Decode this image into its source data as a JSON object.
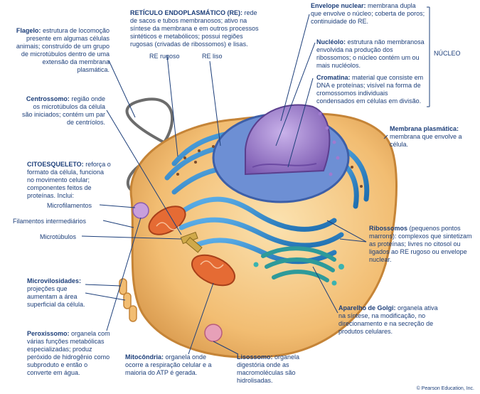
{
  "labels": {
    "er_title": "RETÍCULO ENDOPLASMÁTICO (RE):",
    "er_desc": "rede de sacos e tubos membranosos; ativo na síntese da membrana e em outros processos sintéticos e metabólicos; possui regiões rugosas (crivadas de ribossomos) e lisas.",
    "er_rough": "RE rugoso",
    "er_smooth": "RE liso",
    "flagelo_title": "Flagelo:",
    "flagelo_desc": "estrutura de locomoção presente em algumas células animais; construído de um grupo de microtúbulos dentro de uma extensão da membrana plasmática.",
    "centrossomo_title": "Centrossomo:",
    "centrossomo_desc": "região onde os microtúbulos da célula são iniciados; contém um par de centríolos.",
    "citoesqueleto_title": "CITOESQUELETO:",
    "citoesqueleto_desc": "reforça o formato da célula, funciona no movimento celular; componentes feitos de proteínas. Inclui:",
    "microfilamentos": "Microfilamentos",
    "filamentos": "Filamentos intermediários",
    "microtubulos": "Microtúbulos",
    "microvilosidades_title": "Microvilosidades:",
    "microvilosidades_desc": "projeções que aumentam a área superficial da célula.",
    "peroxissomo_title": "Peroxissomo:",
    "peroxissomo_desc": "organela com várias funções metabólicas especializadas; produz peróxido de hidrogênio como subproduto e então o converte em água.",
    "mitocondria_title": "Mitocôndria:",
    "mitocondria_desc": "organela onde ocorre a respiração celular e a maioria do ATP é gerada.",
    "lisossomo_title": "Lisossomo:",
    "lisossomo_desc": "organela digestória onde as macromoléculas são hidrolisadas.",
    "envelope_title": "Envelope nuclear:",
    "envelope_desc": "membrana dupla que envolve o núcleo; coberta de poros; continuidade do RE.",
    "nucleolo_title": "Nucléolo:",
    "nucleolo_desc": "estrutura não membranosa envolvida na produção dos ribossomos; o núcleo contém um ou mais nucléolos.",
    "cromatina_title": "Cromatina:",
    "cromatina_desc": "material que consiste em DNA e proteínas; visível na forma de cromossomos individuais condensados em células em divisão.",
    "nucleo": "NÚCLEO",
    "membrana_title": "Membrana plasmática:",
    "membrana_desc": "membrana que envolve a célula.",
    "ribossomos_title": "Ribossomos",
    "ribossomos_desc": "(pequenos pontos marrons): complexos que sintetizam as proteínas; livres no citosol ou ligados ao RE rugoso ou envelope nuclear.",
    "golgi_title": "Aparelho de Golgi:",
    "golgi_desc": "organela ativa na síntese, na modificação, no direcionamento e na secreção de produtos celulares.",
    "credit": "© Pearson Education, Inc."
  },
  "colors": {
    "label_text": "#1d3f7a",
    "cytoplasm": "#f3c27a",
    "er": "#3a8fd0",
    "nucleus": "#8a6bbf",
    "golgi": "#2e9a9a",
    "mitochondria": "#d9602e"
  }
}
